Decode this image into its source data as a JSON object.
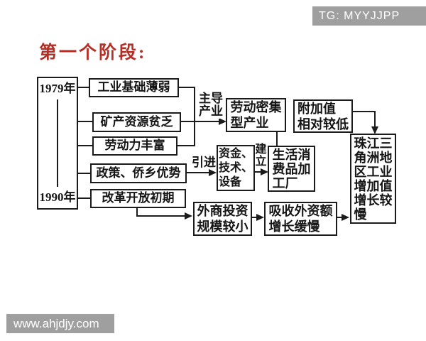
{
  "watermarks": {
    "top_right": "TG: MYYJJPP",
    "bottom_left": "www.ahjdjy.com"
  },
  "title": "第一个阶段:",
  "diagram": {
    "timeline": {
      "start_year": "1979年",
      "end_year": "1990年"
    },
    "factors": [
      "工业基础薄弱",
      "矿产资源贫乏",
      "劳动力丰富",
      "政策、侨乡优势",
      "改革开放初期"
    ],
    "arrow_labels": {
      "leading_industry": "主导\n产业",
      "introduce": "引进",
      "establish": "建\n立"
    },
    "nodes": {
      "labor_intensive_industry": "劳动密集\n型产业",
      "low_added_value": "附加值\n相对较低",
      "capital_tech_equipment": "资金、\n技术、\n设备",
      "consumer_goods_factory": "生活消\n费品加\n工厂",
      "prd_industry_slow_growth": "珠江三\n角洲地\n区工业\n增加值\n增长较\n慢",
      "small_foreign_investment": "外商投资\n规模较小",
      "slow_foreign_capital_growth": "吸收外资额\n增长缓慢"
    }
  },
  "colors": {
    "title_red": "#b23028",
    "line_black": "#1b1b1b",
    "watermark_bg": "#9f9f9f",
    "watermark_text": "#ffffff",
    "background": "#ffffff"
  }
}
